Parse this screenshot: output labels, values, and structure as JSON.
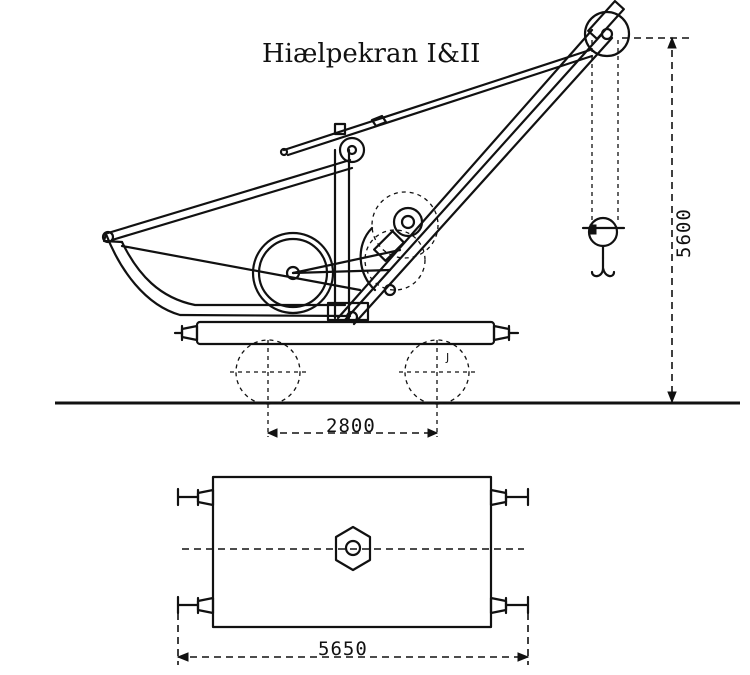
{
  "title": "Hiælpekran I&II",
  "dimensions": {
    "height": "5600",
    "wheelbase": "2800",
    "frame_length": "5650"
  },
  "labels": {
    "bearing_mark": "J"
  }
}
